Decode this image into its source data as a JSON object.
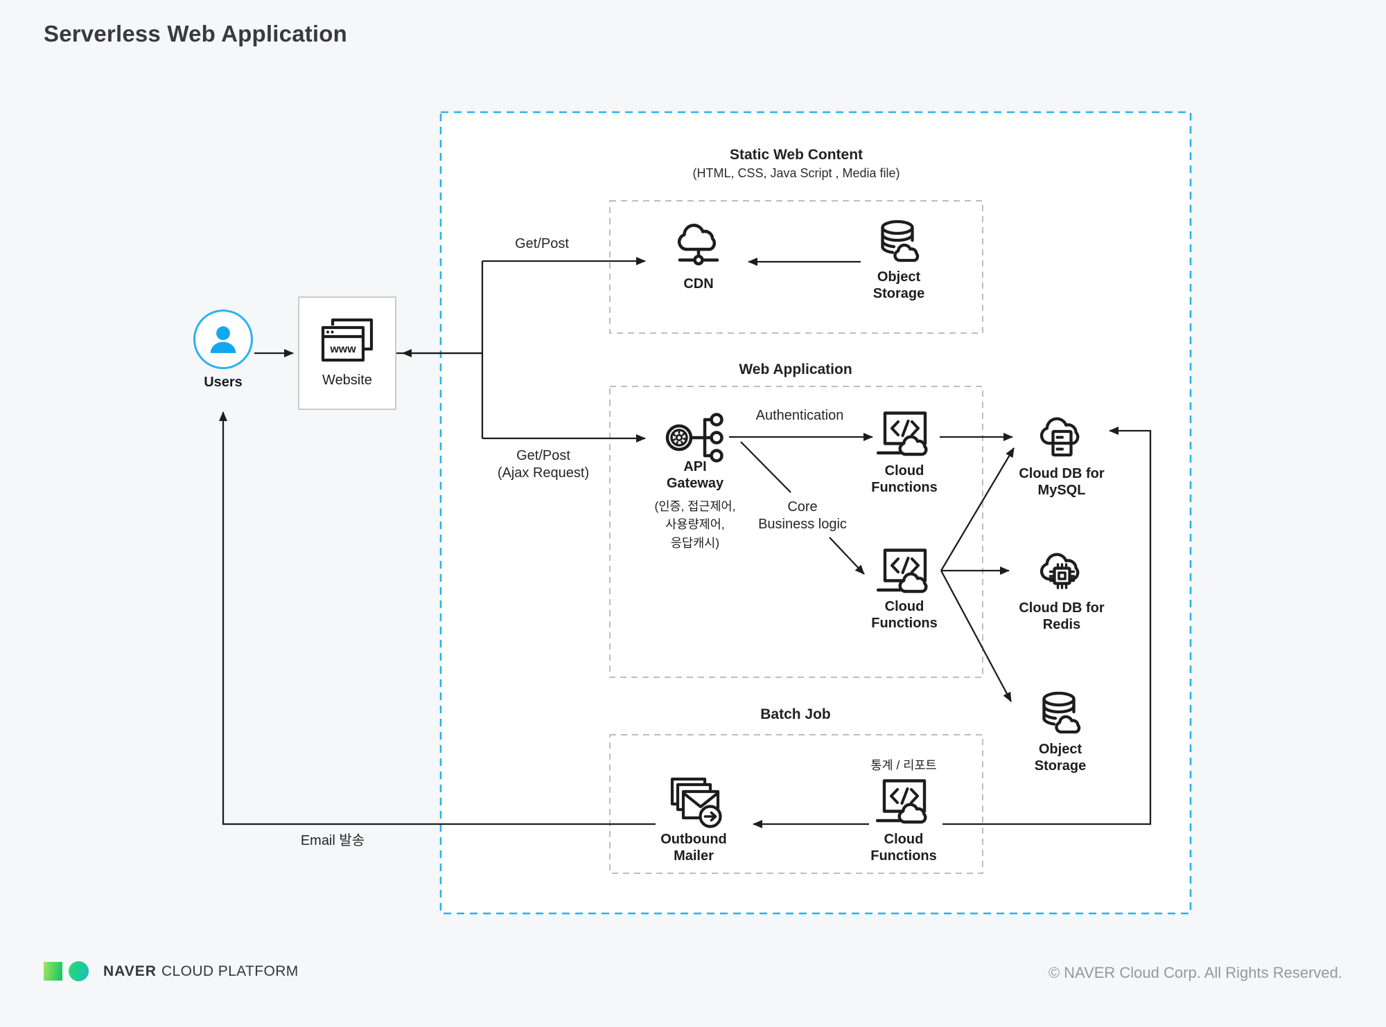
{
  "title": "Serverless Web Application",
  "sections": {
    "static_web": {
      "title": "Static Web Content",
      "subtitle": "(HTML, CSS, Java Script , Media file)"
    },
    "web_app": {
      "title": "Web Application"
    },
    "batch": {
      "title": "Batch Job"
    }
  },
  "nodes": {
    "users": {
      "label": "Users"
    },
    "website": {
      "label": "Website"
    },
    "cdn": {
      "label": "CDN"
    },
    "object_storage_static": {
      "label": "Object\nStorage"
    },
    "api_gateway": {
      "label": "API\nGateway",
      "sublabel": "(인증, 접근제어,\n사용량제어,\n응답캐시)"
    },
    "cloud_functions_auth": {
      "label": "Cloud\nFunctions"
    },
    "cloud_functions_core": {
      "label": "Cloud\nFunctions"
    },
    "cloud_db_mysql": {
      "label": "Cloud DB for\nMySQL"
    },
    "cloud_db_redis": {
      "label": "Cloud DB for\nRedis"
    },
    "object_storage_app": {
      "label": "Object\nStorage"
    },
    "outbound_mailer": {
      "label": "Outbound\nMailer"
    },
    "cloud_functions_batch": {
      "label": "Cloud\nFunctions",
      "sublabel": "통계 / 리포트"
    }
  },
  "edges": {
    "get_post": "Get/Post",
    "get_post_ajax": "Get/Post\n(Ajax Request)",
    "authentication": "Authentication",
    "core_business_logic": "Core\nBusiness logic",
    "email": "Email 발송"
  },
  "footer": {
    "brand_bold": "NAVER",
    "brand_rest": "CLOUD PLATFORM",
    "copyright": "© NAVER Cloud Corp. All Rights Reserved."
  },
  "colors": {
    "accent_blue": "#29b2f1",
    "user_fill": "#12a7ef",
    "icon_stroke": "#1d1d1d",
    "dashed_gray": "#bdbdbd",
    "naver_green": "#03c75a"
  }
}
